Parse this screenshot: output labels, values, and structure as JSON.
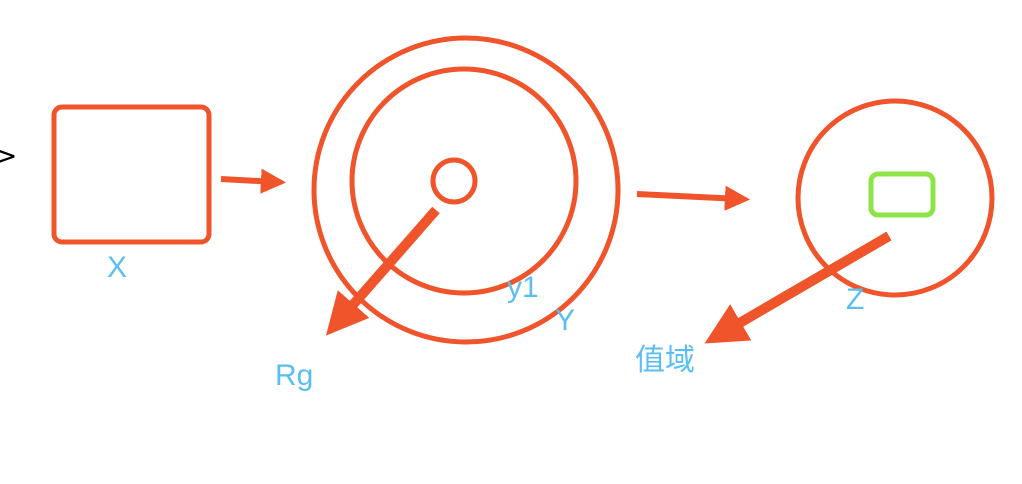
{
  "colors": {
    "shape": "#F0542A",
    "label": "#5BBEF2",
    "inner": "#8EE447",
    "edge_glyph": "#000000"
  },
  "edge_glyph": ">",
  "labels": {
    "x": "X",
    "y1": "y1",
    "y": "Y",
    "rg": "Rg",
    "z": "Z",
    "range": "值域"
  }
}
